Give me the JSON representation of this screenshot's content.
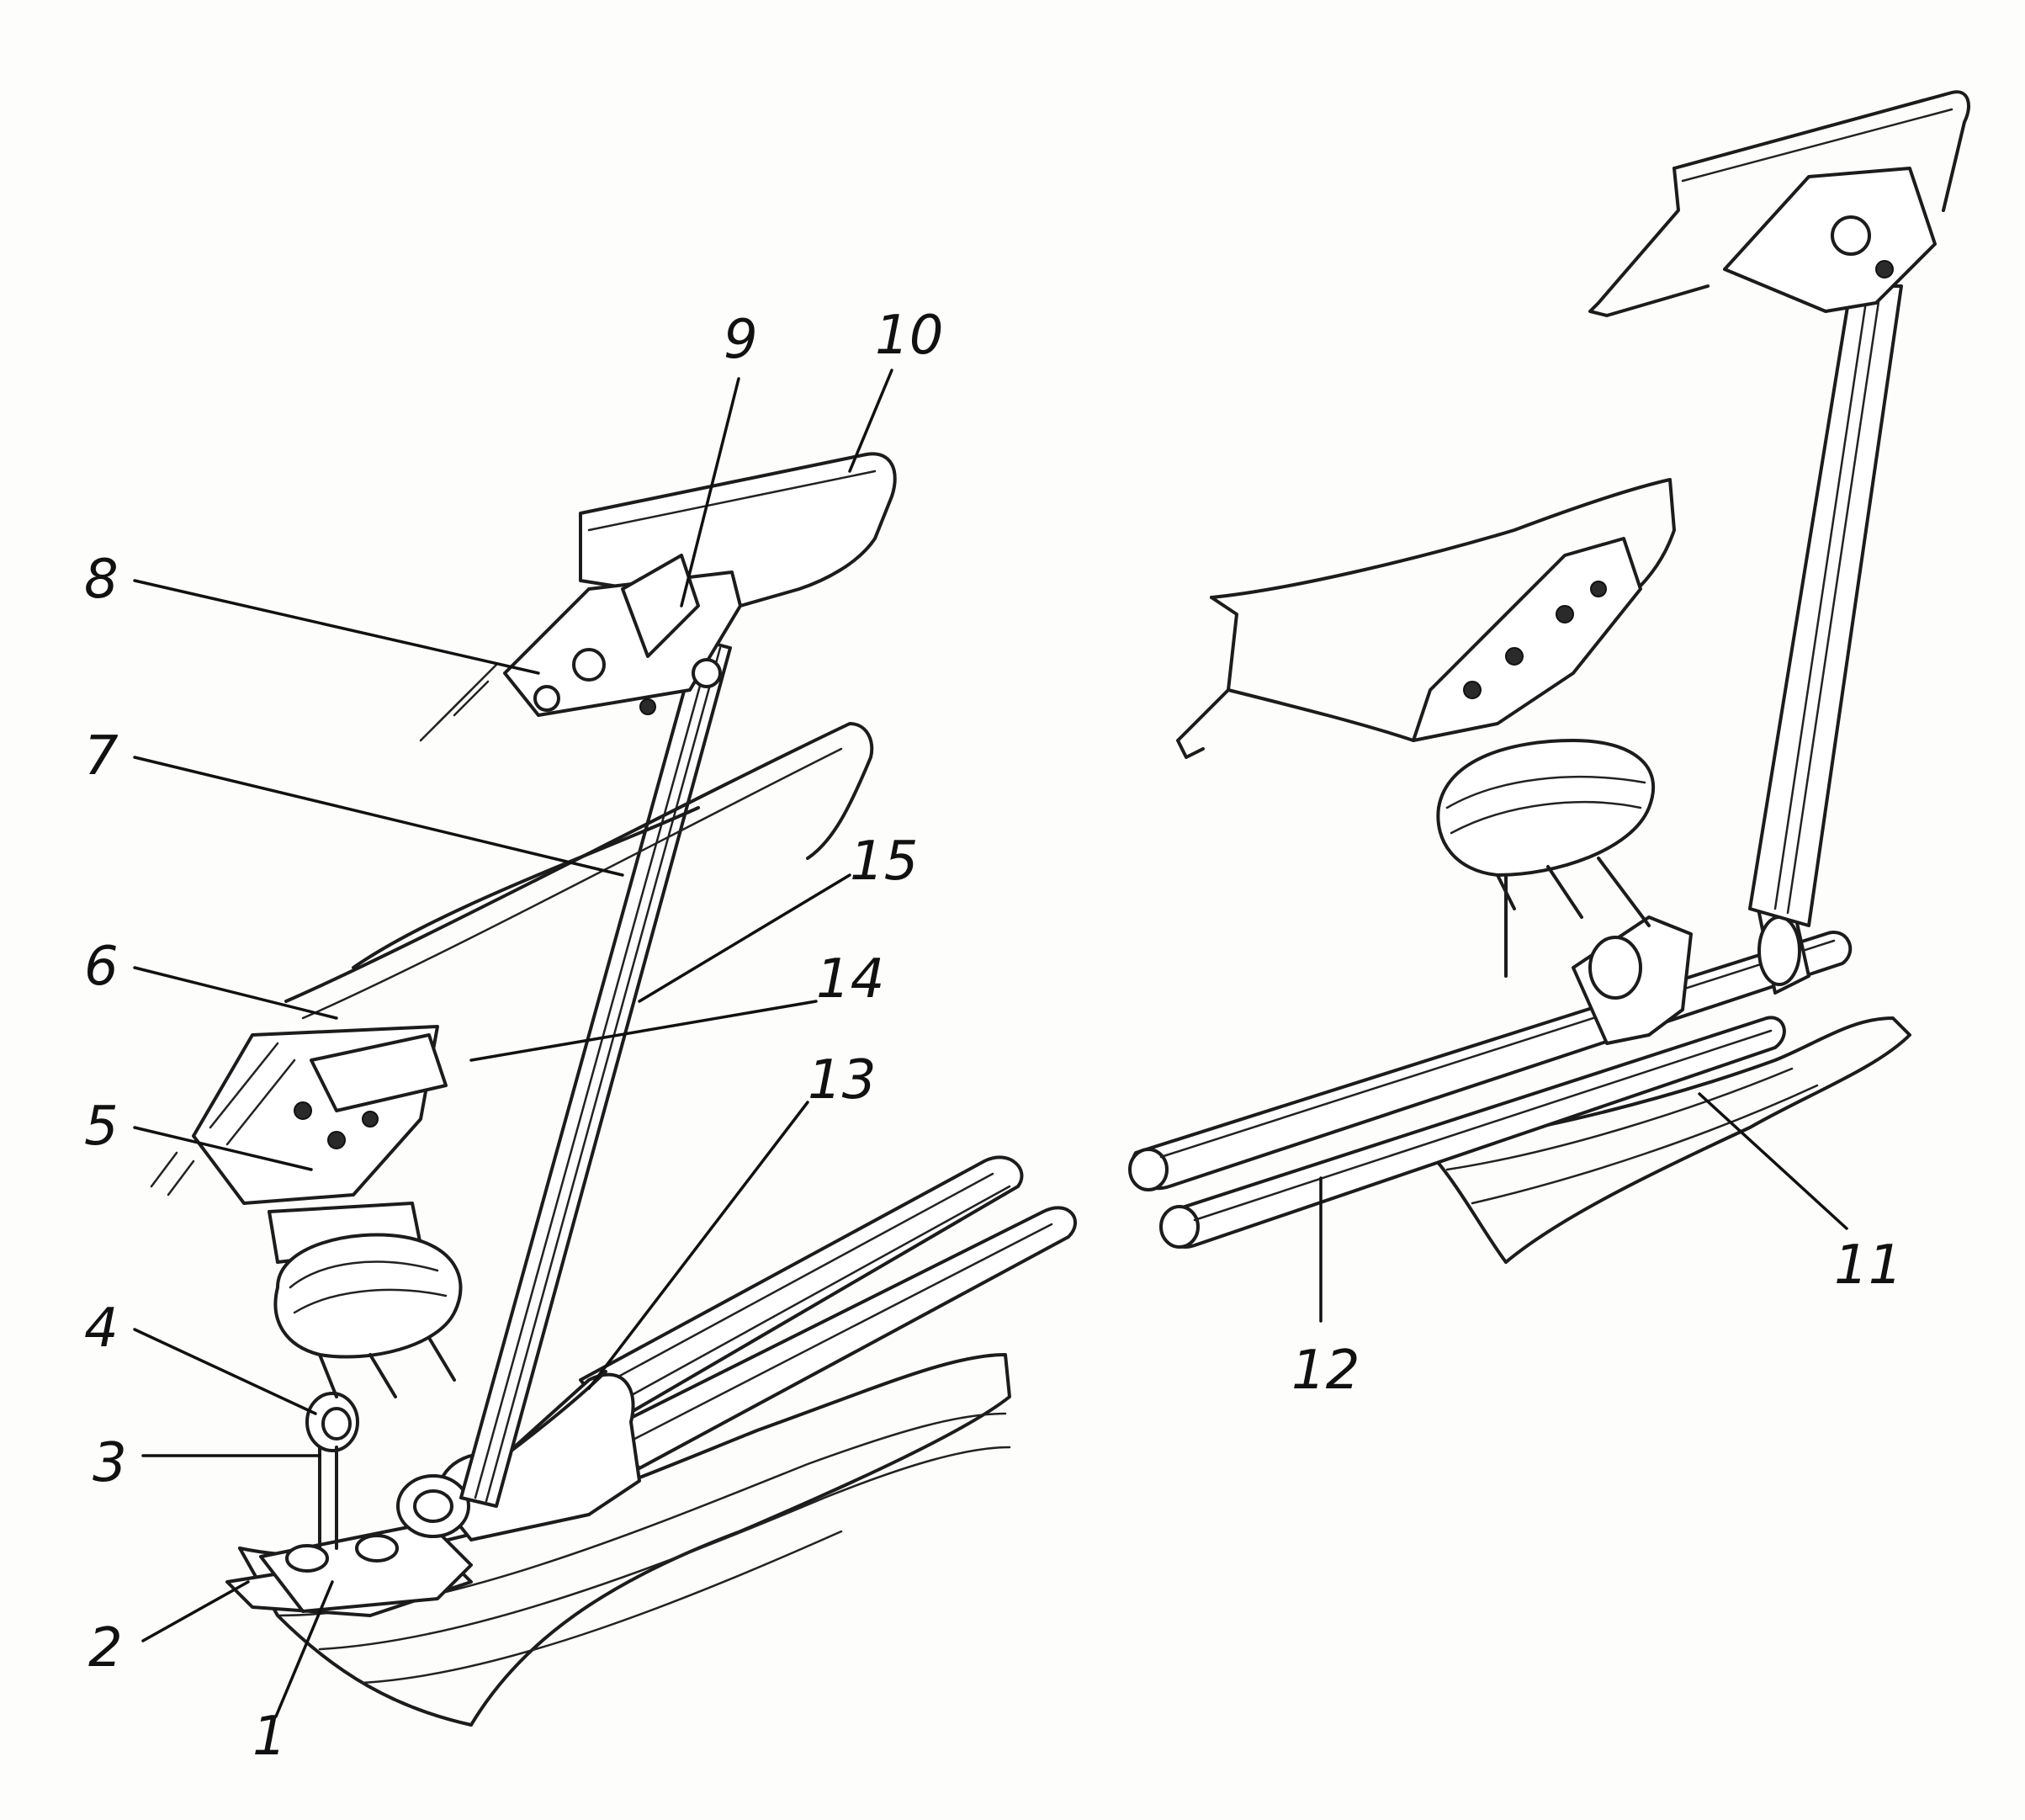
{
  "figure": {
    "callouts": [
      {
        "id": "c1",
        "label": "1"
      },
      {
        "id": "c2",
        "label": "2"
      },
      {
        "id": "c3",
        "label": "3"
      },
      {
        "id": "c4",
        "label": "4"
      },
      {
        "id": "c5",
        "label": "5"
      },
      {
        "id": "c6",
        "label": "6"
      },
      {
        "id": "c7",
        "label": "7"
      },
      {
        "id": "c8",
        "label": "8"
      },
      {
        "id": "c9",
        "label": "9"
      },
      {
        "id": "c10",
        "label": "10"
      },
      {
        "id": "c11",
        "label": "11"
      },
      {
        "id": "c12",
        "label": "12"
      },
      {
        "id": "c13",
        "label": "13"
      },
      {
        "id": "c14",
        "label": "14"
      },
      {
        "id": "c15",
        "label": "15"
      }
    ],
    "colors": {
      "ink": "#1c1c1c",
      "paper": "#fdfdfc"
    }
  }
}
